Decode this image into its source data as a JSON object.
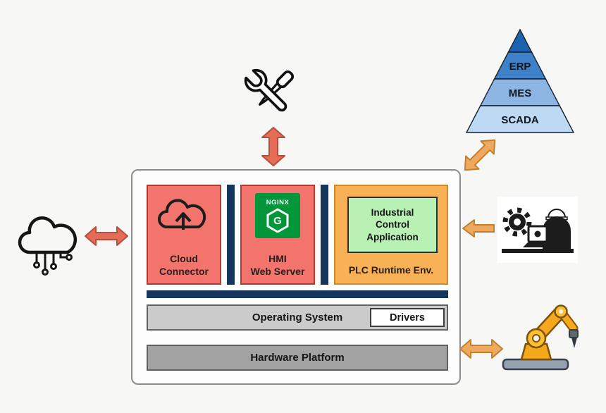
{
  "panel": {
    "blocks": [
      {
        "id": "cloud-connector",
        "label": "Cloud\nConnector"
      },
      {
        "id": "hmi-web-server",
        "label": "HMI\nWeb Server",
        "logo": {
          "brand": "NGINX",
          "letter": "G"
        }
      },
      {
        "id": "plc-runtime",
        "label": "PLC Runtime Env.",
        "inner_box": "Industrial\nControl\nApplication"
      }
    ],
    "os_bar": {
      "label": "Operating System",
      "drivers": "Drivers"
    },
    "hardware_bar": {
      "label": "Hardware Platform"
    }
  },
  "pyramid": {
    "levels": [
      {
        "label": "ERP"
      },
      {
        "label": "MES"
      },
      {
        "label": "SCADA"
      }
    ]
  },
  "icons": {
    "tools-icon": "crossed wrench and screwdriver",
    "iot-cloud-icon": "outline cloud with circuit drops and dots",
    "cloud-upload-icon": "outline cloud with upward arrow",
    "nginx-logo": "green square with NGINX wordmark and hexagon G",
    "automation-pyramid": "blue layered automation pyramid",
    "engineer-icon": "worker with hard hat, laptop and gear",
    "robot-arm-icon": "orange industrial robot arm on gray base"
  },
  "colors": {
    "background": "#f7f7f5",
    "panel_bg": "#fdfdfd",
    "panel_border": "#8c8c8c",
    "salmon_block": "#f3746c",
    "salmon_border": "#b23a31",
    "orange_block": "#f9b156",
    "orange_border": "#d28a28",
    "green_box": "#b9f0b4",
    "navy_bus": "#14365c",
    "os_gray": "#cbcbcb",
    "hardware_gray": "#a2a2a2",
    "nginx_green": "#019639",
    "arrow_red": "#e56d57",
    "arrow_red_border": "#b54e3a",
    "arrow_orange": "#efa95f",
    "arrow_orange_border": "#c27f2f",
    "pyramid_top": "#1c63af",
    "pyramid_erp": "#3f81c8",
    "pyramid_mes": "#8cb5e4",
    "pyramid_scada": "#bed9f3",
    "robot_orange": "#f6a81c",
    "robot_joint": "#fdbf2d"
  }
}
